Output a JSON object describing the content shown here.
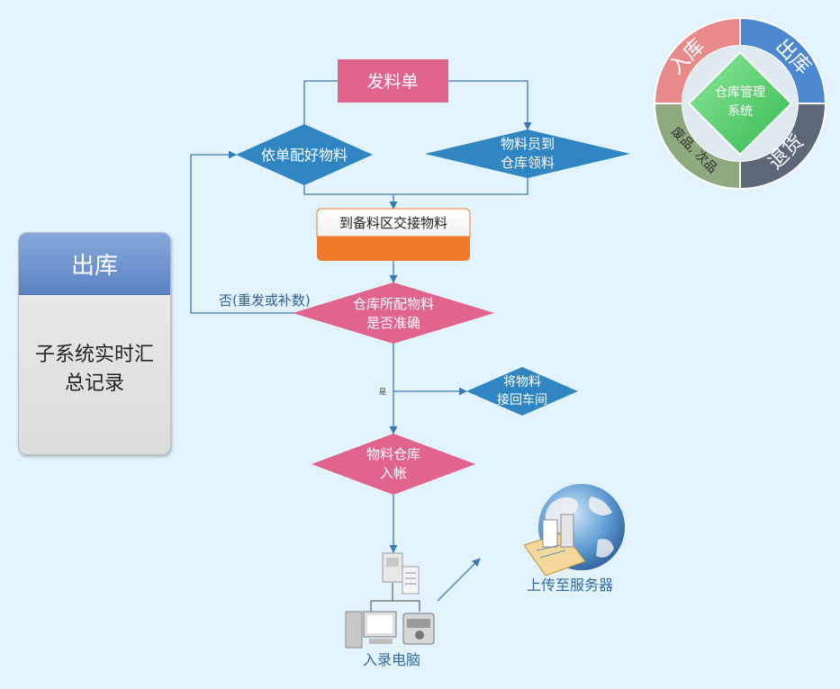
{
  "card": {
    "title": "出库",
    "body": "子系统实时汇总记录"
  },
  "flow": {
    "start": "发料单",
    "left_decision": "依单配好物料",
    "right_decision": [
      "物料员到",
      "仓库领料"
    ],
    "process": "到备料区交接物料",
    "check": [
      "仓库所配物料",
      "是否准确"
    ],
    "no_label": "否(重发或补数)",
    "yes_label": "是",
    "return": [
      "将物料",
      "接回车间"
    ],
    "entry": [
      "物料仓库",
      "入帐"
    ],
    "computer": "入录电脑",
    "upload": "上传至服务器"
  },
  "ring": {
    "center": [
      "仓库管理",
      "系统"
    ],
    "in": "入库",
    "out": "出库",
    "back": "退货",
    "waste": "废品, 次品"
  },
  "colors": {
    "pink": "#e0648c",
    "blue": "#2f86c3",
    "orange": "#f07a2c",
    "green": "#4fd06a",
    "ring_red": "#e88a8a",
    "ring_blue": "#4c88cf",
    "ring_dark": "#5c6778",
    "ring_olive": "#8fa97e"
  }
}
